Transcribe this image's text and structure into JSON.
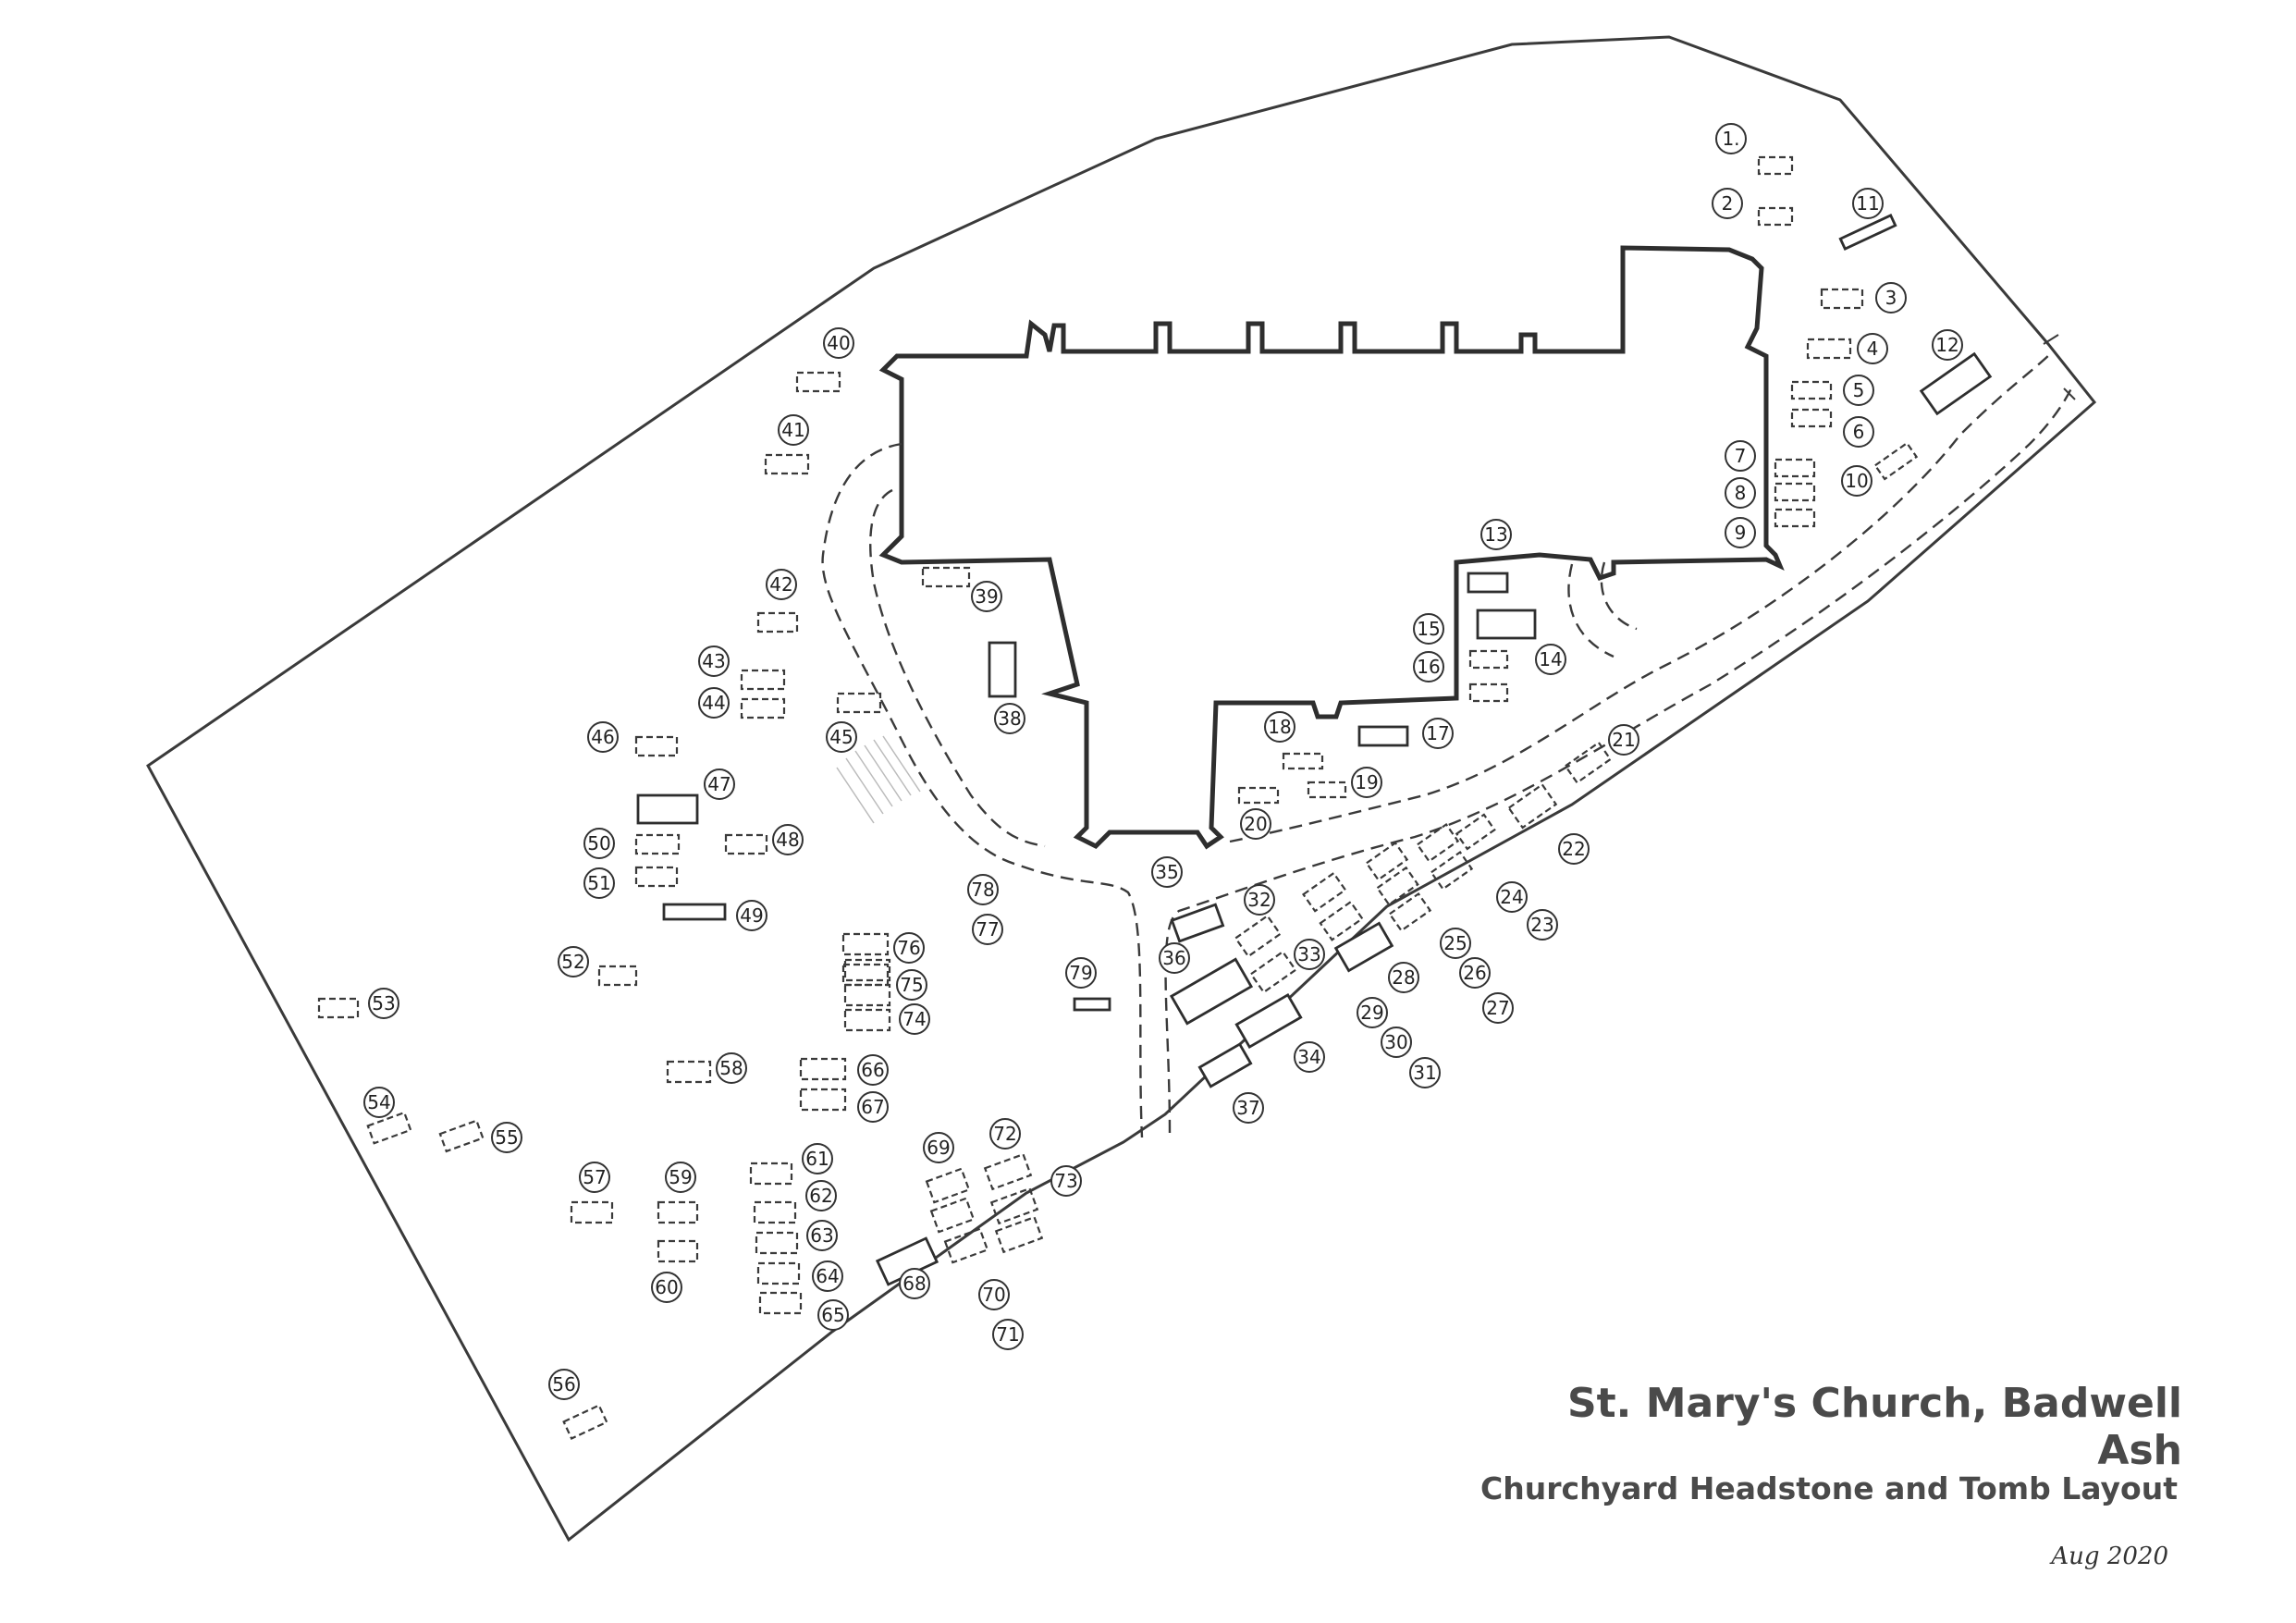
{
  "title": "St. Mary's Church, Badwell Ash",
  "subtitle": "Churchyard Headstone and Tomb Layout",
  "date": "Aug 2020",
  "labels": [
    "1.",
    "2",
    "3",
    "4",
    "5",
    "6",
    "7",
    "8",
    "9",
    "10",
    "11",
    "12",
    "13",
    "14",
    "15",
    "16",
    "17",
    "18",
    "19",
    "20",
    "21",
    "22",
    "23",
    "24",
    "25",
    "26",
    "27",
    "28",
    "29",
    "30",
    "31",
    "32",
    "33",
    "34",
    "35",
    "36",
    "37",
    "38",
    "39",
    "40",
    "41",
    "42",
    "43",
    "44",
    "45",
    "46",
    "47",
    "48",
    "49",
    "50",
    "51",
    "52",
    "53",
    "54",
    "55",
    "56",
    "57",
    "58",
    "59",
    "60",
    "61",
    "62",
    "63",
    "64",
    "65",
    "66",
    "67",
    "68",
    "69",
    "70",
    "71",
    "72",
    "73",
    "74",
    "75",
    "76",
    "77",
    "78",
    "79"
  ]
}
